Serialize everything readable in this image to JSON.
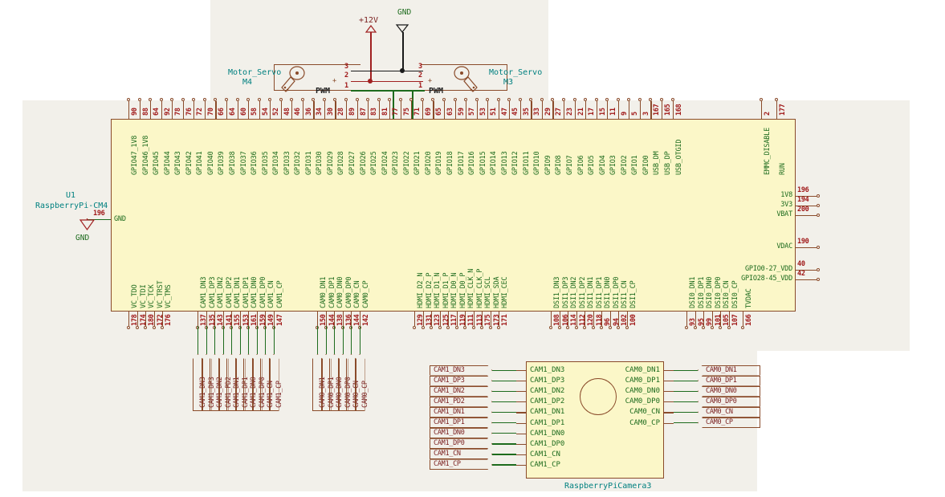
{
  "sheet": {
    "title": "RaspberryPi-CM4 schematic",
    "background": "#ffffff",
    "panel_color": "#f2f0ea",
    "body_fill": "#fbf7c8",
    "outline_color": "#8a4b2a",
    "pin_name_color": "#1d6b1d",
    "pin_number_color": "#a01818",
    "net_label_color": "#7a1f1f",
    "wire_color": "#1d6b1d",
    "ref_color": "#008080"
  },
  "power": {
    "p12v": "+12V",
    "gnd": "GND"
  },
  "servo_left": {
    "ref": "M4",
    "name": "Motor_Servo",
    "pins": [
      "3",
      "2",
      "1"
    ],
    "pwm": "PWM",
    "plus": "+"
  },
  "servo_right": {
    "ref": "M3",
    "name": "Motor_Servo",
    "pins": [
      "3",
      "2",
      "1"
    ],
    "pwm": "PWM",
    "plus": "+"
  },
  "cm4": {
    "ref": "U1",
    "name": "RaspberryPi-CM4",
    "gnd_pin_number": "196",
    "gnd_pin_name": "GND",
    "gnd_label": "GND",
    "top_pins": [
      {
        "name": "GPIO47_1V8",
        "num": "90"
      },
      {
        "name": "GPIO46_1V8",
        "num": "88"
      },
      {
        "name": "GPIO45",
        "num": "64"
      },
      {
        "name": "GPIO44",
        "num": "92"
      },
      {
        "name": "GPIO43",
        "num": "78"
      },
      {
        "name": "GPIO42",
        "num": "76"
      },
      {
        "name": "GPIO41",
        "num": "72"
      },
      {
        "name": "GPIO40",
        "num": "70"
      },
      {
        "name": "GPIO39",
        "num": "66"
      },
      {
        "name": "GPIO38",
        "num": "64"
      },
      {
        "name": "GPIO37",
        "num": "60"
      },
      {
        "name": "GPIO36",
        "num": "58"
      },
      {
        "name": "GPIO35",
        "num": "54"
      },
      {
        "name": "GPIO34",
        "num": "52"
      },
      {
        "name": "GPIO33",
        "num": "48"
      },
      {
        "name": "GPIO32",
        "num": "46"
      },
      {
        "name": "GPIO31",
        "num": "36"
      },
      {
        "name": "GPIO30",
        "num": "34"
      },
      {
        "name": "GPIO29",
        "num": "30"
      },
      {
        "name": "GPIO28",
        "num": "28"
      },
      {
        "name": "GPIO27",
        "num": "89"
      },
      {
        "name": "GPIO26",
        "num": "87"
      },
      {
        "name": "GPIO25",
        "num": "83"
      },
      {
        "name": "GPIO24",
        "num": "81"
      },
      {
        "name": "GPIO23",
        "num": "77"
      },
      {
        "name": "GPIO22",
        "num": "75"
      },
      {
        "name": "GPIO21",
        "num": "71"
      },
      {
        "name": "GPIO20",
        "num": "69"
      },
      {
        "name": "GPIO19",
        "num": "65"
      },
      {
        "name": "GPIO18",
        "num": "63"
      },
      {
        "name": "GPIO17",
        "num": "59"
      },
      {
        "name": "GPIO16",
        "num": "57"
      },
      {
        "name": "GPIO15",
        "num": "53"
      },
      {
        "name": "GPIO14",
        "num": "51"
      },
      {
        "name": "GPIO13",
        "num": "47"
      },
      {
        "name": "GPIO12",
        "num": "45"
      },
      {
        "name": "GPIO11",
        "num": "35"
      },
      {
        "name": "GPIO10",
        "num": "33"
      },
      {
        "name": "GPIO9",
        "num": "29"
      },
      {
        "name": "GPIO8",
        "num": "27"
      },
      {
        "name": "GPIO7",
        "num": "23"
      },
      {
        "name": "GPIO6",
        "num": "21"
      },
      {
        "name": "GPIO5",
        "num": "17"
      },
      {
        "name": "GPIO4",
        "num": "15"
      },
      {
        "name": "GPIO3",
        "num": "11"
      },
      {
        "name": "GPIO2",
        "num": "9"
      },
      {
        "name": "GPIO1",
        "num": "5"
      },
      {
        "name": "GPIO0",
        "num": "3"
      },
      {
        "name": "USB_DM",
        "num": "167"
      },
      {
        "name": "USB_DP",
        "num": "165"
      },
      {
        "name": "USB_OTGID",
        "num": "168"
      }
    ],
    "top_right_pins": [
      {
        "name": "EMMC_DISABLE",
        "num": "2"
      },
      {
        "name": "RUN",
        "num": "177"
      }
    ],
    "right_pins": [
      {
        "name": "1V8",
        "num": "196"
      },
      {
        "name": "3V3",
        "num": "194"
      },
      {
        "name": "VBAT",
        "num": "200"
      },
      {
        "name": "VDAC",
        "num": "190"
      },
      {
        "name": "GPIO0-27_VDD",
        "num": "40"
      },
      {
        "name": "GPIO28-45_VDD",
        "num": "42"
      }
    ],
    "bottom_pins": [
      {
        "name": "VC_TDO",
        "num": "178"
      },
      {
        "name": "VC_TDI",
        "num": "174"
      },
      {
        "name": "VC_TCK",
        "num": "180"
      },
      {
        "name": "VC_TRST",
        "num": "172"
      },
      {
        "name": "VC_TMS",
        "num": "176"
      },
      {
        "name": "CAM1_DN3",
        "num": "137"
      },
      {
        "name": "CAM1_DP3",
        "num": "135"
      },
      {
        "name": "CAM1_DN2",
        "num": "143"
      },
      {
        "name": "CAM1_DP2",
        "num": "141"
      },
      {
        "name": "CAM1_DN1",
        "num": "155"
      },
      {
        "name": "CAM1_DP1",
        "num": "153"
      },
      {
        "name": "CAM1_DN0",
        "num": "161"
      },
      {
        "name": "CAM1_DP0",
        "num": "159"
      },
      {
        "name": "CAM1_CN",
        "num": "149"
      },
      {
        "name": "CAM1_CP",
        "num": "147"
      },
      {
        "name": "CAM0_DN1",
        "num": "150"
      },
      {
        "name": "CAM0_DP1",
        "num": "144"
      },
      {
        "name": "CAM0_DN0",
        "num": "138"
      },
      {
        "name": "CAM0_DP0",
        "num": "136"
      },
      {
        "name": "CAM0_CN",
        "num": "144"
      },
      {
        "name": "CAM0_CP",
        "num": "142"
      },
      {
        "name": "HDMI_D2_N",
        "num": "129"
      },
      {
        "name": "HDMI_D2_P",
        "num": "131"
      },
      {
        "name": "HDMI_D1_N",
        "num": "123"
      },
      {
        "name": "HDMI_D1_P",
        "num": "125"
      },
      {
        "name": "HDMI_D0_N",
        "num": "117"
      },
      {
        "name": "HDMI_D0_P",
        "num": "119"
      },
      {
        "name": "HDMI_CLK_N",
        "num": "111"
      },
      {
        "name": "HDMI_CLK_P",
        "num": "113"
      },
      {
        "name": "HDMI_SCL",
        "num": "175"
      },
      {
        "name": "HDMI_SDA",
        "num": "173"
      },
      {
        "name": "HDMI_CEC",
        "num": "171"
      },
      {
        "name": "DSI1_DN3",
        "num": "108"
      },
      {
        "name": "DSI1_DP3",
        "num": "106"
      },
      {
        "name": "DSI1_DN2",
        "num": "114"
      },
      {
        "name": "DSI1_DP2",
        "num": "112"
      },
      {
        "name": "DSI1_DN1",
        "num": "120"
      },
      {
        "name": "DSI1_DP1",
        "num": "118"
      },
      {
        "name": "DSI1_DN0",
        "num": "96"
      },
      {
        "name": "DSI1_DP0",
        "num": "94"
      },
      {
        "name": "DSI1_CN",
        "num": "102"
      },
      {
        "name": "DSI1_CP",
        "num": "100"
      },
      {
        "name": "DSI0_DN1",
        "num": "93"
      },
      {
        "name": "DSI0_DP1",
        "num": "95"
      },
      {
        "name": "DSI0_DN0",
        "num": "99"
      },
      {
        "name": "DSI0_DP0",
        "num": "101"
      },
      {
        "name": "DSI0_CN",
        "num": "105"
      },
      {
        "name": "DSI0_CP",
        "num": "107"
      },
      {
        "name": "TVDAC",
        "num": "166"
      }
    ]
  },
  "cm4_net_labels_cam1": [
    "CAM1_DN3",
    "CAM1_DP3",
    "CAM1_DN2",
    "CAM1_PD2",
    "CAM1_DN1",
    "CAM1_DP1",
    "CAM1_DN0",
    "CAM1_DP0",
    "CAM1_CN",
    "CAM1_CP"
  ],
  "cm4_net_labels_cam0": [
    "CAM0_DN1",
    "CAM0_DP1",
    "CAM0_DN0",
    "CAM0_DP0",
    "CAM0_CN",
    "CAM0_CP"
  ],
  "camera": {
    "ref": "RaspberryPiCamera3",
    "left_pins": [
      "CAM1_DN3",
      "CAM1_DP3",
      "CAM1_DN2",
      "CAM1_DP2",
      "CAM1_DN1",
      "CAM1_DP1",
      "CAM1_DN0",
      "CAM1_DP0",
      "CAM1_CN",
      "CAM1_CP"
    ],
    "left_labels": [
      "CAM1_DN3",
      "CAM1_DP3",
      "CAM1_DN2",
      "CAM1_PD2",
      "CAM1_DN1",
      "CAM1_DP1",
      "CAM1_DN0",
      "CAM1_DP0",
      "CAM1_CN",
      "CAM1_CP"
    ],
    "right_pins": [
      "CAM0_DN1",
      "CAM0_DP1",
      "CAM0_DN0",
      "CAM0_DP0",
      "CAM0_CN",
      "CAM0_CP"
    ],
    "right_labels": [
      "CAM0_DN1",
      "CAM0_DP1",
      "CAM0_DN0",
      "CAM0_DP0",
      "CAM0_CN",
      "CAM0_CP"
    ]
  }
}
